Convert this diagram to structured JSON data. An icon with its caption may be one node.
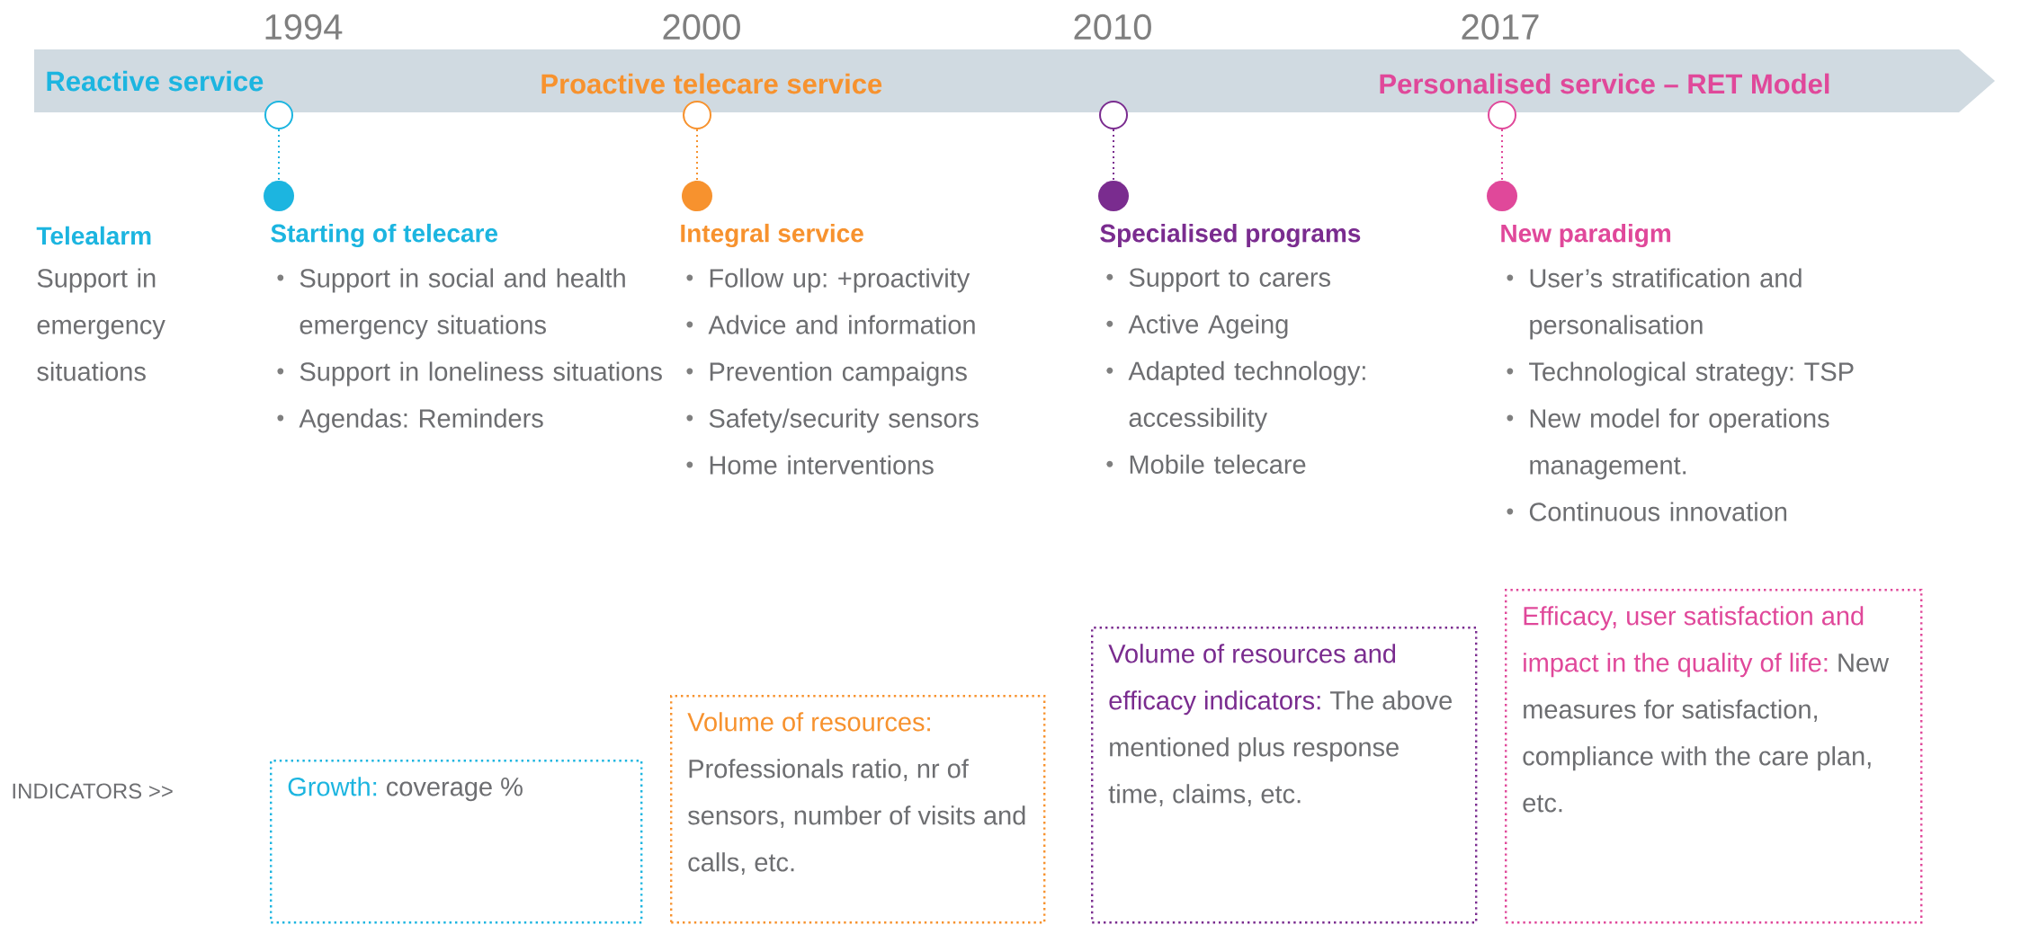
{
  "diagram": {
    "nodes": [
      {
        "text": [
          "Reactive service",
          "Proactive telecare service",
          "Personalised service – RET Model"
        ]
      },
      {
        "text": [],
        "shape": "circle"
      },
      {
        "text": [],
        "shape": "circle"
      },
      {
        "text": [],
        "shape": "circle"
      },
      {
        "text": [],
        "shape": "circle"
      },
      {
        "text": [],
        "shape": "circle",
        "beside": [
          "Starting of telecare"
        ]
      },
      {
        "text": [],
        "shape": "circle",
        "beside": [
          "Integral service"
        ]
      },
      {
        "text": [],
        "shape": "circle",
        "beside": [
          "Specialised programs"
        ]
      },
      {
        "text": [],
        "shape": "circle",
        "beside": [
          "New paradigm"
        ]
      },
      {
        "text": [
          "Growth:",
          "coverage %"
        ]
      },
      {
        "text": [
          "Volume of resources:",
          "Professionals ratio, nr of sensors, number of visits and calls, etc."
        ]
      },
      {
        "text": [
          "Volume of resources and efficacy indicators:",
          "The above mentioned plus response time, claims, etc."
        ]
      },
      {
        "text": [
          "Efficacy, user satisfaction and impact in the quality of life:",
          "New measures for satisfaction, compliance with the care plan, etc."
        ]
      }
    ],
    "edges": [
      {
        "from": 1,
        "to": 5,
        "arrow": "none",
        "style": "dashed",
        "color": "#1cb5e0"
      },
      {
        "from": 2,
        "to": 6,
        "arrow": "none",
        "style": "dashed",
        "color": "#f7922e"
      },
      {
        "from": 3,
        "to": 7,
        "arrow": "none",
        "style": "dashed",
        "color": "#7a2c8f"
      },
      {
        "from": 4,
        "to": 8,
        "arrow": "none",
        "style": "dashed",
        "color": "#e0489a"
      }
    ],
    "labels": [
      "1994",
      "2000",
      "2010",
      "2017",
      "Telealarm",
      "Support in emergency situations",
      "Support in social and health emergency situations",
      "Support in loneliness situations",
      "Agendas: Reminders",
      "Follow up: +proactivity",
      "Advice and information",
      "Prevention campaigns",
      "Safety/security sensors",
      "Home interventions",
      "Support to carers",
      "Active Ageing",
      "Adapted technology: accessibility",
      "Mobile telecare",
      "User’s stratification and personalisation",
      "Technological strategy: TSP",
      "New model for operations management.",
      "Continuous innovation",
      "INDICATORS >>"
    ]
  }
}
